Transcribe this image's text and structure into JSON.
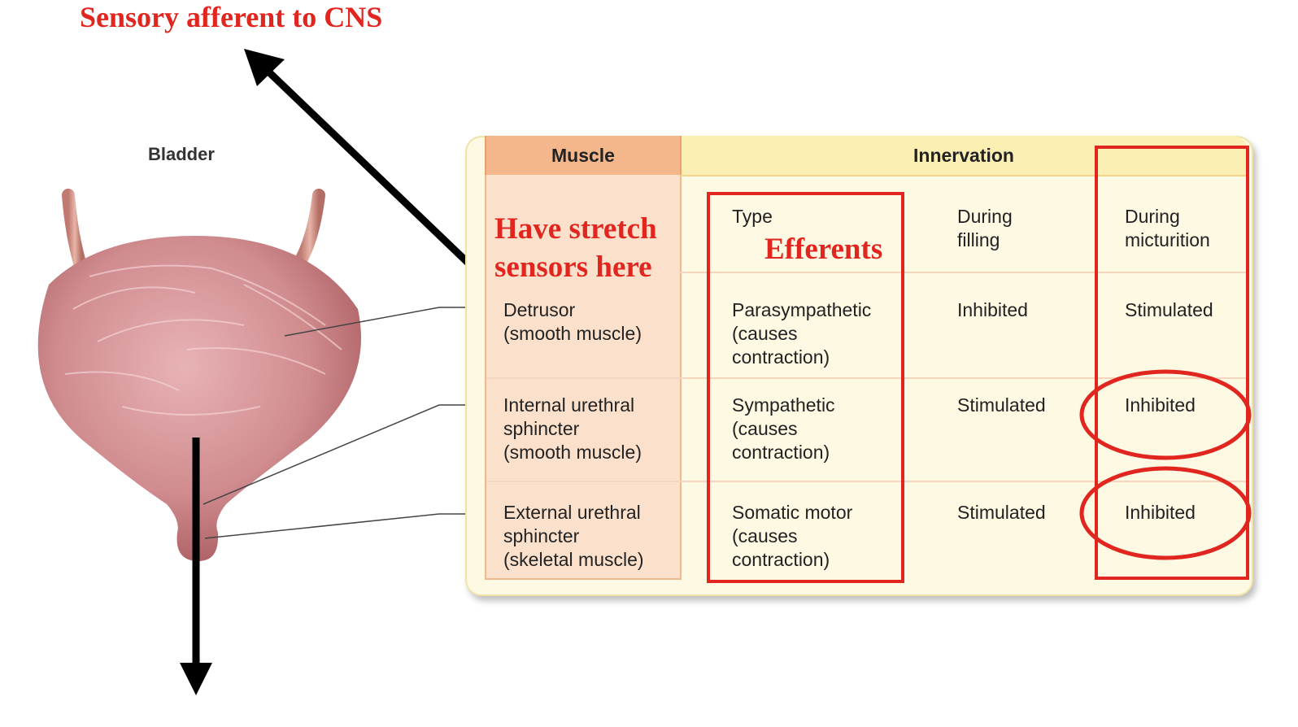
{
  "annotations": {
    "sensory": "Sensory afferent to CNS",
    "stretch": "Have stretch\nsensors here",
    "efferents": "Efferents"
  },
  "bladder": {
    "title": "Bladder"
  },
  "table": {
    "muscle_header": "Muscle",
    "innervation_header": "Innervation",
    "subheaders": {
      "type": "Type",
      "filling": "During\nfilling",
      "micturition": "During\nmicturition"
    },
    "rows": [
      {
        "muscle": "Detrusor\n(smooth muscle)",
        "type": "Parasympathetic\n(causes\ncontraction)",
        "filling": "Inhibited",
        "micturition": "Stimulated"
      },
      {
        "muscle": "Internal urethral\nsphincter\n(smooth muscle)",
        "type": "Sympathetic\n(causes\ncontraction)",
        "filling": "Stimulated",
        "micturition": "Inhibited"
      },
      {
        "muscle": "External urethral\nsphincter\n(skeletal muscle)",
        "type": "Somatic motor\n(causes\ncontraction)",
        "filling": "Stimulated",
        "micturition": "Inhibited"
      }
    ]
  },
  "colors": {
    "annotation_red": "#e0261f",
    "header_orange": "#f4b78c",
    "header_yellow": "#fcefb4"
  }
}
